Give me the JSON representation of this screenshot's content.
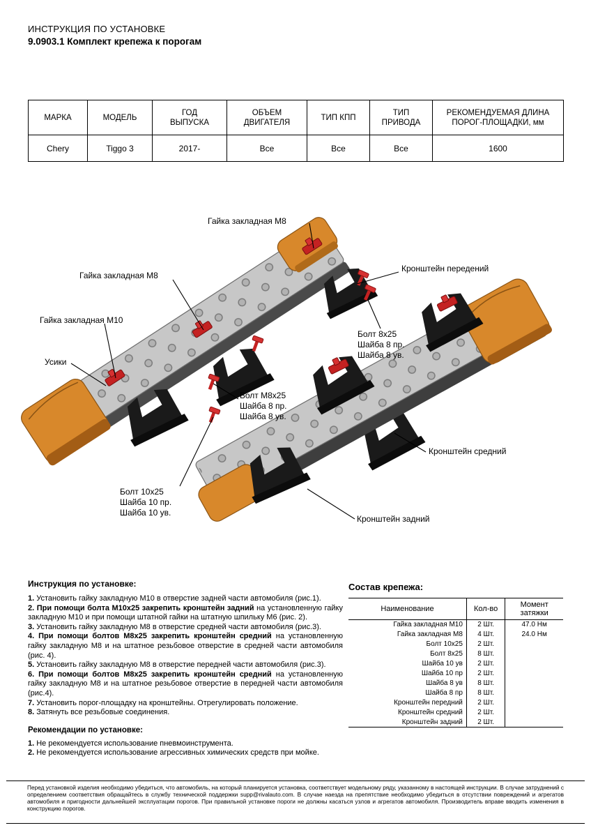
{
  "header": {
    "line1": "ИНСТРУКЦИЯ ПО УСТАНОВКЕ",
    "line2": "9.0903.1 Комплект крепежа к порогам"
  },
  "spec": {
    "headers": [
      "МАРКА",
      "МОДЕЛЬ",
      "ГОД\nВЫПУСКА",
      "ОБЪЕМ\nДВИГАТЕЛЯ",
      "ТИП КПП",
      "ТИП\nПРИВОДА",
      "РЕКОМЕНДУЕМАЯ ДЛИНА\nПОРОГ-ПЛОЩАДКИ, мм"
    ],
    "row": [
      "Chery",
      "Tiggo 3",
      "2017-",
      "Все",
      "Все",
      "Все",
      "1600"
    ]
  },
  "diagram": {
    "labels": {
      "nut_m8_top": "Гайка закладная М8",
      "nut_m8_left": "Гайка закладная М8",
      "bracket_front": "Кронштейн передений",
      "nut_m10": "Гайка закладная М10",
      "usiki": "Усики",
      "bolt8": [
        "Болт 8х25",
        "Шайба 8 пр.",
        "Шайба 8 ув."
      ],
      "bolt_m8": [
        "Болт М8х25",
        "Шайба 8 пр.",
        "Шайба 8 ув."
      ],
      "bracket_mid": "Кронштейн средний",
      "bolt10": [
        "Болт 10х25",
        "Шайба 10 пр.",
        "Шайба 10 ув."
      ],
      "bracket_rear": "Кронштейн задний"
    }
  },
  "instructions": {
    "title": "Инструкция по установке:",
    "steps": [
      {
        "n": "1. ",
        "b": "",
        "t": "Установить гайку закладную М10 в отверстие задней части автомобиля (рис.1)."
      },
      {
        "n": "2. ",
        "b": "При помощи болта М10х25 закрепить кронштейн задний",
        "t": " на установленную гайку закладную М10 и при помощи штатной гайки на штатную шпильку М6 (рис. 2)."
      },
      {
        "n": "3. ",
        "b": "",
        "t": "Установить гайку закладную М8 в отверстие средней части автомобиля (рис.3)."
      },
      {
        "n": "4. ",
        "b": "При помощи болтов М8х25 закрепить кронштейн средний",
        "t": " на установленную гайку закладную М8 и на штатное резьбовое отверстие в средней части автомобиля (рис. 4)."
      },
      {
        "n": "5. ",
        "b": "",
        "t": "Установить гайку закладную М8 в отверстие передней части автомобиля (рис.3)."
      },
      {
        "n": "6. ",
        "b": "При помощи болтов М8х25 закрепить кронштейн средний",
        "t": " на установленную гайку закладную М8 и на штатное резьбовое отверстие в передней части автомобиля (рис.4)."
      },
      {
        "n": "7. ",
        "b": "",
        "t": "Установить порог-площадку на кронштейны. Отрегулировать положение."
      },
      {
        "n": "8. ",
        "b": "",
        "t": "Затянуть все резьбовые соединения."
      }
    ]
  },
  "recommendations": {
    "title": "Рекомендации по установке:",
    "items": [
      {
        "n": "1. ",
        "t": "Не рекомендуется использование пневмоинструмента."
      },
      {
        "n": "2. ",
        "t": "Не рекомендуется использование агрессивных химических средств при мойке."
      }
    ]
  },
  "hardware": {
    "title": "Состав крепежа:",
    "headers": [
      "Наименование",
      "Кол-во",
      "Момент затяжки"
    ],
    "rows": [
      [
        "Гайка закладная М10",
        "2 Шт.",
        "47.0 Нм"
      ],
      [
        "Гайка закладная М8",
        "4 Шт.",
        "24.0 Нм"
      ],
      [
        "Болт 10х25",
        "2 Шт.",
        ""
      ],
      [
        "Болт 8х25",
        "8 Шт.",
        ""
      ],
      [
        "Шайба 10 ув",
        "2 Шт.",
        ""
      ],
      [
        "Шайба 10 пр",
        "2 Шт.",
        ""
      ],
      [
        "Шайба 8 ув",
        "8 Шт.",
        ""
      ],
      [
        "Шайба 8 пр",
        "8 Шт.",
        ""
      ],
      [
        "Кронштейн передний",
        "2 Шт.",
        ""
      ],
      [
        "Кронштейн средний",
        "2 Шт.",
        ""
      ],
      [
        "Кронштейн задний",
        "2 Шт.",
        ""
      ]
    ]
  },
  "footer": {
    "text": "Перед установкой изделия необходимо убедиться, что автомобиль, на который планируется установка, соответствует модельному ряду, указанному в настоящей инструкции. В случае затруднений с определением соответствия обращайтесь в службу технической поддержки supp@rivalauto.com. В случае наезда на препятствие необходимо убедиться в отсутствии повреждений и агрегатов автомобиля и пригодности дальнейшей эксплуатации порогов. При правильной установке пороги не должны касаться узлов и агрегатов автомобиля. Производитель вправе вводить изменения в конструкцию порогов.",
    "accent_orange": "#d8882b",
    "accent_red": "#c42222"
  }
}
